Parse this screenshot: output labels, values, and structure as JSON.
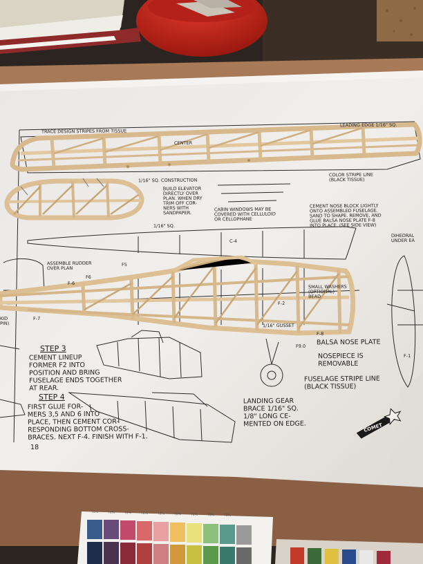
{
  "photo": {
    "page_number": "18",
    "brand_logo_text": "COMET",
    "color_swatch_labels": [
      "70%",
      "70%",
      "70%",
      "70%",
      "70%",
      "70%",
      "70%",
      "70%",
      "70%"
    ]
  },
  "plan_notes": {
    "trace_note": "TRACE DESIGN STRIPES FROM TISSUE",
    "leading_edge": "LEADING EDGE 1/16\" SQ.",
    "center": "CENTER",
    "construction": "1/16\" SQ. CONSTRUCTION",
    "color_stripe": "COLOR STRIPE LINE\n(BLACK TISSUE)",
    "build_elevator": "BUILD ELEVATOR\nDIRECTLY OVER\nPLAN. WHEN DRY\nTRIM OFF COR-\nNERS WITH\nSANDPAPER.",
    "cabin_windows": "CABIN WINDOWS MAY BE\nCOVERED WITH CELLULOID\nOR CELLOPHANE",
    "cement_nose": "CEMENT NOSE BLOCK LIGHTLY\nONTO ASSEMBLED FUSELAGE.\nSAND TO SHAPE. REMOVE, AND\nGLUE BALSA NOSE PLATE F-8\nINTO PLACE. (SEE SIDE VIEW)",
    "dihedral": "DIHEDRAL\nUNDER EA",
    "sq_label": "1/16\" SQ.",
    "assemble_rudder": "ASSEMBLE RUDDER\nOVER PLAN",
    "washers": "SMALL WASHERS\n(OPTIONAL)\nBEAD",
    "gusset": "1/16\" GUSSET",
    "f8": "F-8",
    "balsa_nose_plate": "BALSA NOSE PLATE",
    "nosepiece": "NOSEPIECE IS\nREMOVABLE",
    "fuselage_stripe": "FUSELAGE STRIPE LINE\n(BLACK TISSUE)",
    "landing_gear": "LANDING GEAR\nBRACE 1/16\" SQ.\n1/8\" LONG CE-\nMENTED ON EDGE.",
    "step3_title": "STEP 3",
    "step3_body": "CEMENT LINEUP\nFORMER F2 INTO\nPOSITION AND BRING\nFUSELAGE ENDS TOGETHER\nAT REAR.",
    "step4_title": "STEP 4",
    "step4_body": "FIRST GLUE FOR-\nMERS 3,5 AND 6 INTO\nPLACE, THEN CEMENT COR-\nRESPONDING BOTTOM CROSS-\nBRACES. NEXT F-4. FINISH WITH F-1.",
    "f5": "F5",
    "f6": "F6",
    "f6b": "F-6",
    "f7": "F-7",
    "f2": "F-2",
    "f9": "F9.0",
    "f1": "F-1",
    "c4": "C-4",
    "kid": "KID\nPIN)"
  },
  "colors": {
    "paper": "#ece9e6",
    "balsa": "#dcc09a",
    "balsa_dark": "#b8966a",
    "wood_board": "#9a6b4a",
    "dark_table": "#2b2420",
    "red_bowl": "#c92a1f"
  }
}
